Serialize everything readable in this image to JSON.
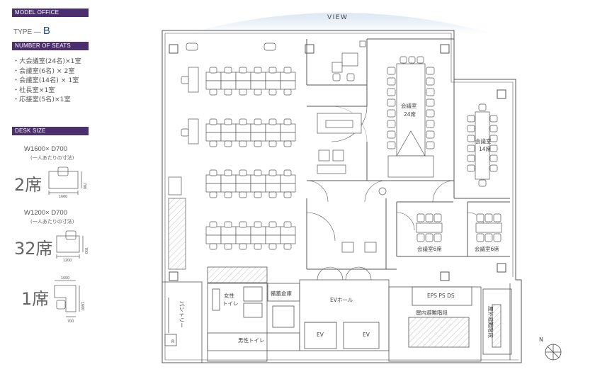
{
  "sidebar": {
    "model_office_header": "MODEL OFFICE",
    "type_label": "TYPE —",
    "type_value": "B",
    "seats_header": "NUMBER OF SEATS",
    "seats": [
      "・大会議室(24名)×1室",
      "・会議室(6名) × 2室",
      "・会議室(14名) × 1室",
      "・社長室×1室",
      "・応接室(5名)×1室"
    ],
    "desk_size_header": "DESK SIZE",
    "desk1_size": "W1600× D700",
    "desk1_note": "(一人あたりの寸法)",
    "desk1_count": "2席",
    "desk1_w": "1600",
    "desk1_d": "700",
    "desk2_size": "W1200× D700",
    "desk2_note": "(一人あたりの寸法)",
    "desk2_count": "32席",
    "desk2_w": "1200",
    "desk2_d": "700",
    "desk3_count": "1席",
    "desk3_w": "1600",
    "desk3_d": "1600",
    "desk3_w2": "700"
  },
  "plan": {
    "view_label": "VIEW",
    "room_large_conf": "会議室",
    "room_large_conf_seats": "24席",
    "room_conf14": "会議室",
    "room_conf14_seats": "14席",
    "room_conf6_a": "会議室6席",
    "room_conf6_b": "会議室6席",
    "room_eps": "EPS  PS  DS",
    "room_ev_hall": "EVホール",
    "room_ev1": "EV",
    "room_ev2": "EV",
    "room_storage": "備蓄倉庫",
    "room_women_wc_1": "女性",
    "room_women_wc_2": "トイレ",
    "room_men_wc": "男性トイレ",
    "room_pantry": "パントリー",
    "room_inner_stairs": "屋内避難階段",
    "room_outer_stairs": "屋外避難階段",
    "room_r_label": "R",
    "compass_label": "N",
    "colors": {
      "accent": "#4b2f6e",
      "type_b": "#1d4f7a",
      "line": "#555555"
    }
  }
}
